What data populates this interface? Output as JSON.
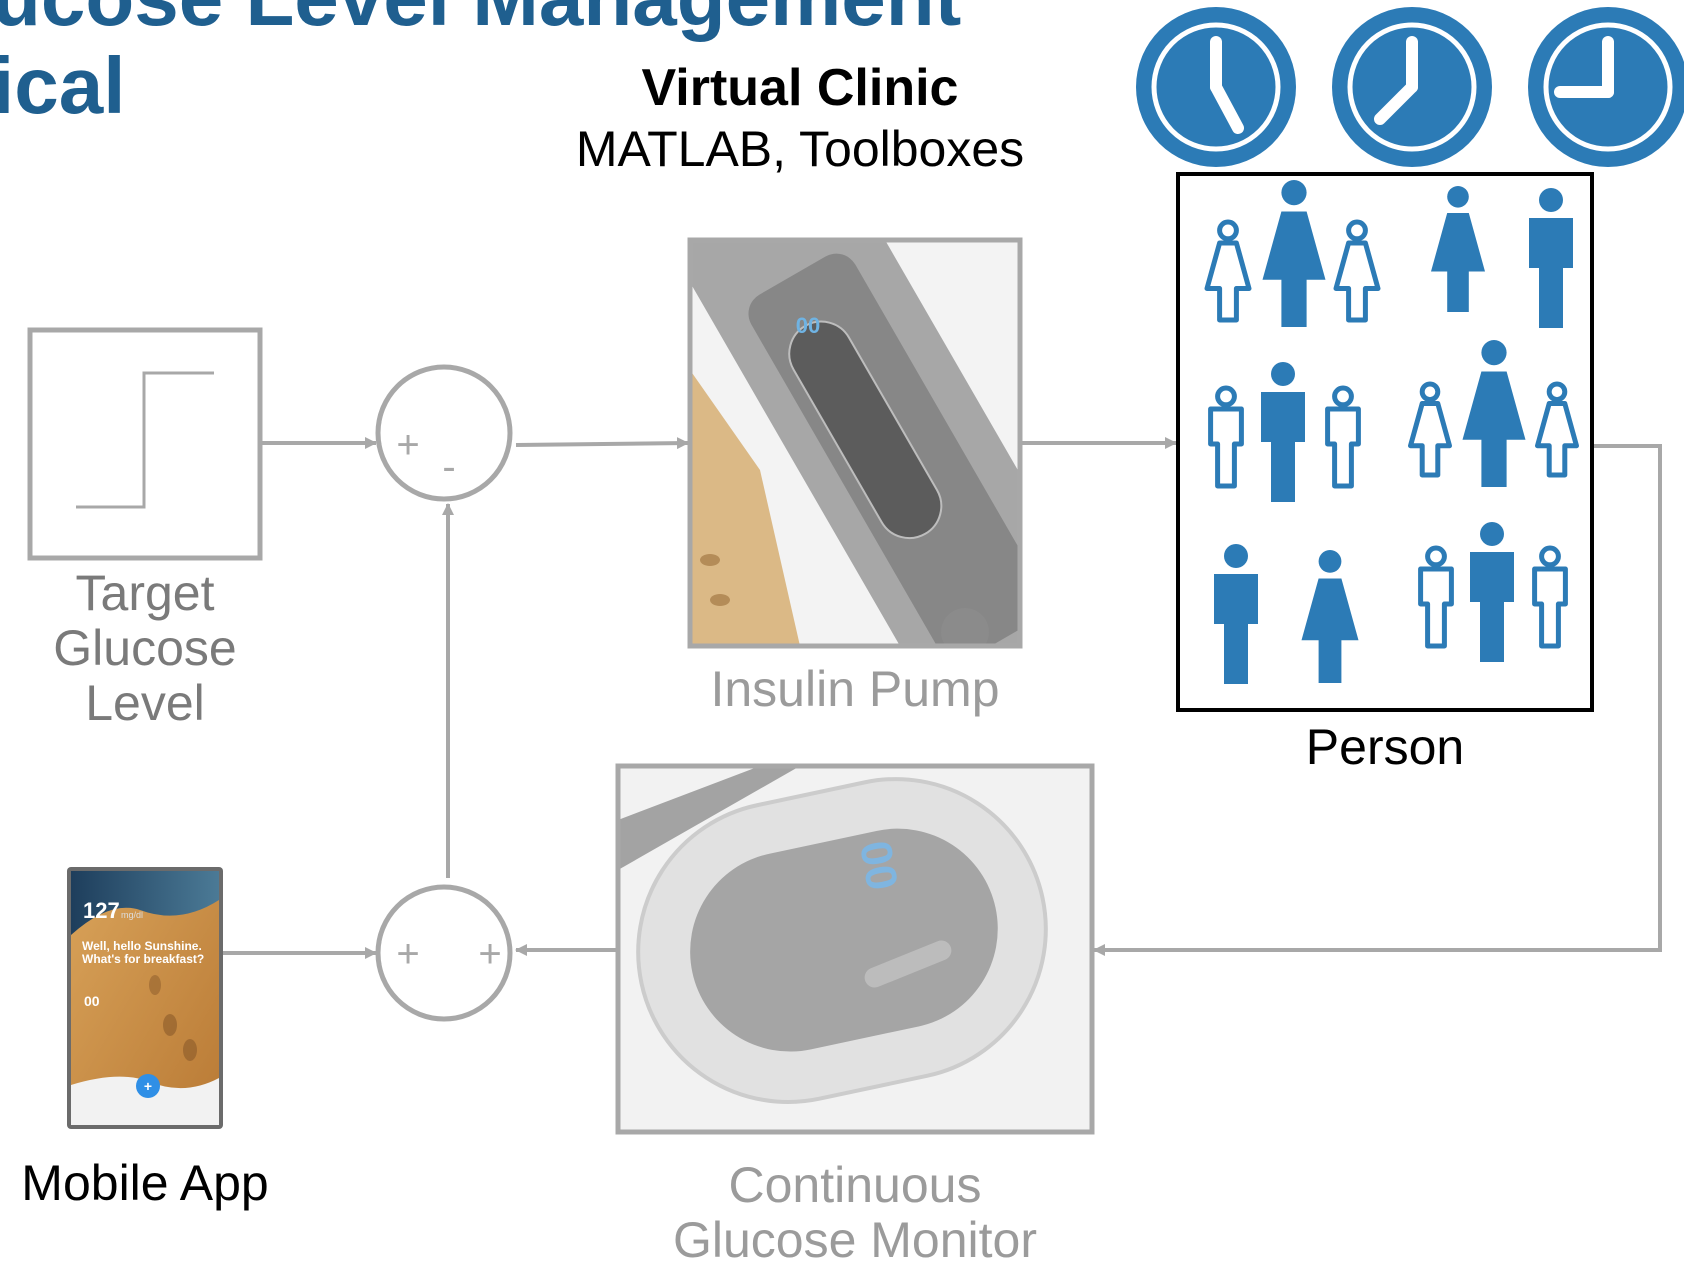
{
  "title": {
    "line1": "ucose Level Management",
    "line2": "ical"
  },
  "virtual_clinic": {
    "heading": "Virtual Clinic",
    "subheading": "MATLAB, Toolboxes"
  },
  "blocks": {
    "target": {
      "line1": "Target",
      "line2": "Glucose",
      "line3": "Level"
    },
    "pump": {
      "label": "Insulin Pump",
      "display_text": "00"
    },
    "person": {
      "label": "Person"
    },
    "app": {
      "label": "Mobile App",
      "reading": "127",
      "reading_unit": "mg/dl",
      "greeting": "Well, hello Sunshine. What's for breakfast?",
      "logo_digits": "00",
      "fab_symbol": "+"
    },
    "cgm": {
      "line1": "Continuous",
      "line2": "Glucose Monitor",
      "display_text": "00"
    }
  },
  "sum1": {
    "left_sign": "+",
    "bottom_sign": "-"
  },
  "sum2": {
    "left_sign": "+",
    "right_sign": "+"
  },
  "colors": {
    "accent_blue": "#2c7bb6",
    "title_blue": "#1f5f8f",
    "line_grey": "#a8a8a8",
    "label_grey": "#7a7a7a"
  },
  "icons": {
    "clocks": [
      "clock-icon",
      "clock-icon",
      "clock-icon"
    ],
    "people": "people-icon"
  }
}
